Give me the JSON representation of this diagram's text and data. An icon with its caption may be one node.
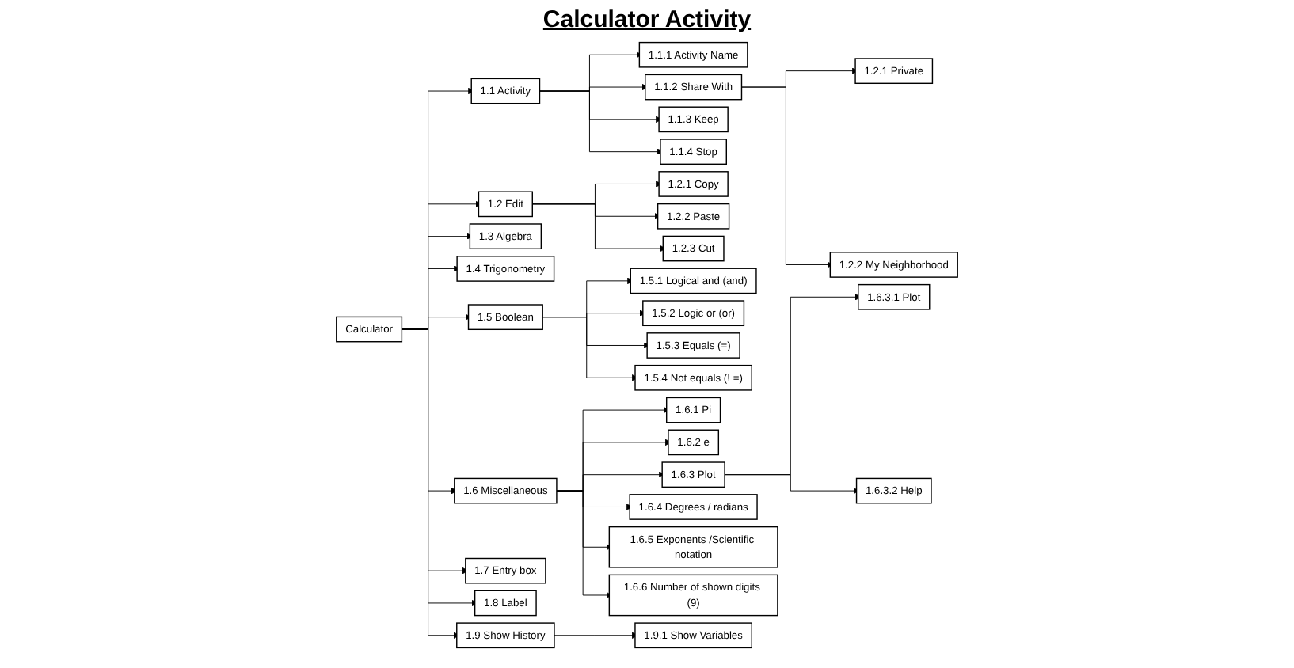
{
  "diagram": {
    "title": "Calculator Activity",
    "nodes": [
      {
        "text": [
          "Calculator"
        ]
      },
      {
        "text": [
          "1.1 Activity"
        ]
      },
      {
        "text": [
          "1.1.1 Activity Name"
        ]
      },
      {
        "text": [
          "1.1.2 Share With"
        ]
      },
      {
        "text": [
          "1.1.3 Keep"
        ]
      },
      {
        "text": [
          "1.1.4 Stop"
        ]
      },
      {
        "text": [
          "1.2.1 Private"
        ]
      },
      {
        "text": [
          "1.2.2 My Neighborhood"
        ]
      },
      {
        "text": [
          "1.2 Edit"
        ]
      },
      {
        "text": [
          "1.2.1 Copy"
        ]
      },
      {
        "text": [
          "1.2.2 Paste"
        ]
      },
      {
        "text": [
          "1.2.3 Cut"
        ]
      },
      {
        "text": [
          "1.3 Algebra"
        ]
      },
      {
        "text": [
          "1.4 Trigonometry"
        ]
      },
      {
        "text": [
          "1.5 Boolean"
        ]
      },
      {
        "text": [
          "1.5.1 Logical and (and)"
        ]
      },
      {
        "text": [
          "1.5.2 Logic or (or)"
        ]
      },
      {
        "text": [
          "1.5.3 Equals (=)"
        ]
      },
      {
        "text": [
          "1.5.4 Not equals (! =)"
        ]
      },
      {
        "text": [
          "1.6 Miscellaneous"
        ]
      },
      {
        "text": [
          "1.6.1 Pi"
        ]
      },
      {
        "text": [
          "1.6.2 e"
        ]
      },
      {
        "text": [
          "1.6.3 Plot"
        ]
      },
      {
        "text": [
          "1.6.3.1 Plot"
        ]
      },
      {
        "text": [
          "1.6.3.2 Help"
        ]
      },
      {
        "text": [
          "1.6.4 Degrees / radians"
        ]
      },
      {
        "text": [
          "1.6.5 Exponents /Scientific notation"
        ]
      },
      {
        "text": [
          "1.6.6 Number of shown digits (9)"
        ]
      },
      {
        "text": [
          "1.7 Entry box"
        ]
      },
      {
        "text": [
          "1.8 Label"
        ]
      },
      {
        "text": [
          "1.9 Show History"
        ]
      },
      {
        "text": [
          "1.9.1 Show Variables"
        ]
      }
    ],
    "edges": [
      {
        "from": 0,
        "to": 1,
        "arrow": "to"
      },
      {
        "from": 1,
        "to": 2,
        "arrow": "to"
      },
      {
        "from": 1,
        "to": 3,
        "arrow": "to"
      },
      {
        "from": 1,
        "to": 4,
        "arrow": "to"
      },
      {
        "from": 1,
        "to": 5,
        "arrow": "to"
      },
      {
        "from": 3,
        "to": 6,
        "arrow": "to"
      },
      {
        "from": 3,
        "to": 7,
        "arrow": "to"
      },
      {
        "from": 0,
        "to": 8,
        "arrow": "to"
      },
      {
        "from": 8,
        "to": 9,
        "arrow": "to"
      },
      {
        "from": 8,
        "to": 10,
        "arrow": "to"
      },
      {
        "from": 8,
        "to": 11,
        "arrow": "to"
      },
      {
        "from": 0,
        "to": 12,
        "arrow": "to"
      },
      {
        "from": 0,
        "to": 13,
        "arrow": "to"
      },
      {
        "from": 0,
        "to": 14,
        "arrow": "to"
      },
      {
        "from": 14,
        "to": 15,
        "arrow": "to"
      },
      {
        "from": 14,
        "to": 16,
        "arrow": "to"
      },
      {
        "from": 14,
        "to": 17,
        "arrow": "to"
      },
      {
        "from": 14,
        "to": 18,
        "arrow": "to"
      },
      {
        "from": 0,
        "to": 19,
        "arrow": "to"
      },
      {
        "from": 19,
        "to": 20,
        "arrow": "to"
      },
      {
        "from": 19,
        "to": 21,
        "arrow": "to"
      },
      {
        "from": 19,
        "to": 22,
        "arrow": "to"
      },
      {
        "from": 22,
        "to": 23,
        "arrow": "to"
      },
      {
        "from": 22,
        "to": 24,
        "arrow": "to"
      },
      {
        "from": 19,
        "to": 25,
        "arrow": "to"
      },
      {
        "from": 19,
        "to": 26,
        "arrow": "to"
      },
      {
        "from": 19,
        "to": 27,
        "arrow": "to"
      },
      {
        "from": 0,
        "to": 28,
        "arrow": "to"
      },
      {
        "from": 0,
        "to": 29,
        "arrow": "to"
      },
      {
        "from": 0,
        "to": 30,
        "arrow": "to"
      },
      {
        "from": 30,
        "to": 31,
        "arrow": "to"
      }
    ]
  }
}
